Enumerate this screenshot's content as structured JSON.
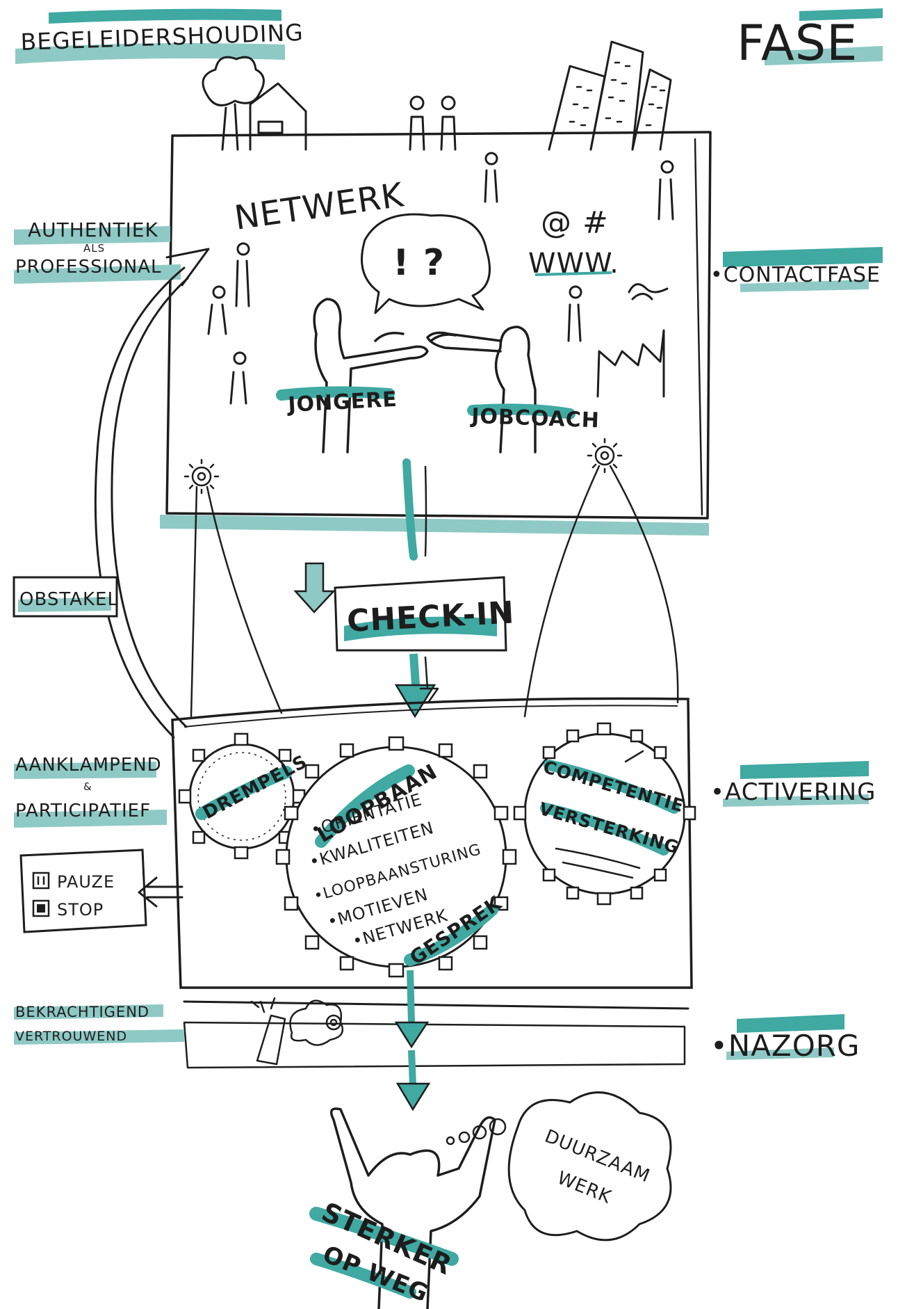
{
  "colors": {
    "accent": "#3fa9a2",
    "accent_light": "#8fc9c5",
    "ink": "#1d1d1d",
    "background": "#ffffff"
  },
  "headers": {
    "left": "BEGELEIDERSHOUDING",
    "right": "FASE"
  },
  "left_labels": {
    "authentiek": "AUTHENTIEK",
    "als": "ALS",
    "professional": "PROFESSIONAL",
    "obstakel": "OBSTAKEL",
    "aanklampend": "AANKLAMPEND",
    "amp": "&",
    "participatief": "PARTICIPATIEF",
    "bekrachtigend": "BEKRACHTIGEND",
    "vertrouwend": "VERTROUWEND"
  },
  "phases": {
    "contact": "•CONTACTFASE",
    "activering": "•ACTIVERING",
    "nazorg": "•NAZORG"
  },
  "network_panel": {
    "title": "NETWERK",
    "speech": "! ?",
    "web_symbols": "@ #",
    "web": "WWW.",
    "person_left": "JONGERE",
    "person_right": "JOBCOACH"
  },
  "check_in": "CHECK-IN",
  "pause_box": {
    "pause": "PAUZE",
    "stop": "STOP"
  },
  "gears": {
    "drempels": "DREMPELS",
    "loopbaan": {
      "title": "LOOPBAAN",
      "items": [
        "•ORIENTATIE",
        "•KWALITEITEN",
        "•LOOPBAANSTURING",
        "•MOTIEVEN",
        "•NETWERK"
      ],
      "footer": "GESPREK"
    },
    "competentie_1": "COMPETENTIE",
    "competentie_2": "VERSTERKING"
  },
  "outcome": {
    "sterker_1": "STERKER",
    "sterker_2": "OP WEG",
    "cloud_1": "DUURZAAM",
    "cloud_2": "WERK"
  },
  "icons": [
    "tree-icon",
    "house-icon",
    "buildings-icon",
    "person-icon",
    "gear-icon",
    "factory-icon",
    "pause-icon",
    "stop-icon",
    "champagne-icon",
    "thought-cloud-icon"
  ]
}
